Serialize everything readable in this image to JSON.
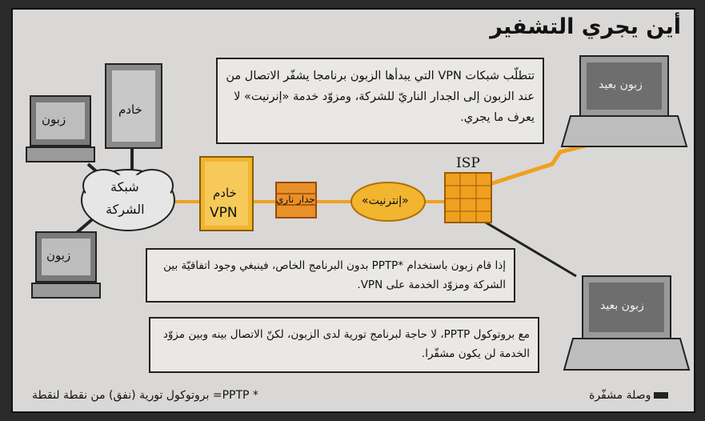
{
  "title": "أين يجري التشفير",
  "nodes": {
    "server": "خادم",
    "client_top_left": "زبون",
    "client_bottom_left": "زبون",
    "company_network_line1": "شبكة",
    "company_network_line2": "الشركة",
    "vpn_server_line1": "خادم",
    "vpn_server_line2": "VPN",
    "firewall": "جدار ناري",
    "internet": "«إنترنيت»",
    "isp": "ISP",
    "remote_client_top": "زبون بعيد",
    "remote_client_bottom": "زبون بعيد"
  },
  "callouts": {
    "top": "تتطلّب شبكات VPN التي يبدأها الزبون برنامجا يشفّر الاتصال من عند الزبون إلى الجدار الناريّ للشركة، ومزوّد خدمة «إنرنيت» لا يعرف ما يجري.",
    "middle": "إذا قام زبون باستخدام *PPTP بدون البرنامج الخاص، فينبغي وجود اتفاقيّة بين الشركة ومزوّد الخدمة على VPN.",
    "bottom": "مع بروتوكول PPTP، لا حاجة لبرنامج تورية لدى الزبون، لكنّ الاتصال بينه وبين مزوّد الخدمة لن يكون مشفّرا."
  },
  "legend": {
    "encrypted_link": "وصلة مشفّرة",
    "footnote": "* PPTP= بروتوكول تورية (نفق) من نقطة لنقطة"
  },
  "colors": {
    "background": "#d9d8d6",
    "orange": "#f0a020",
    "box_fill": "#e9e8e6"
  }
}
